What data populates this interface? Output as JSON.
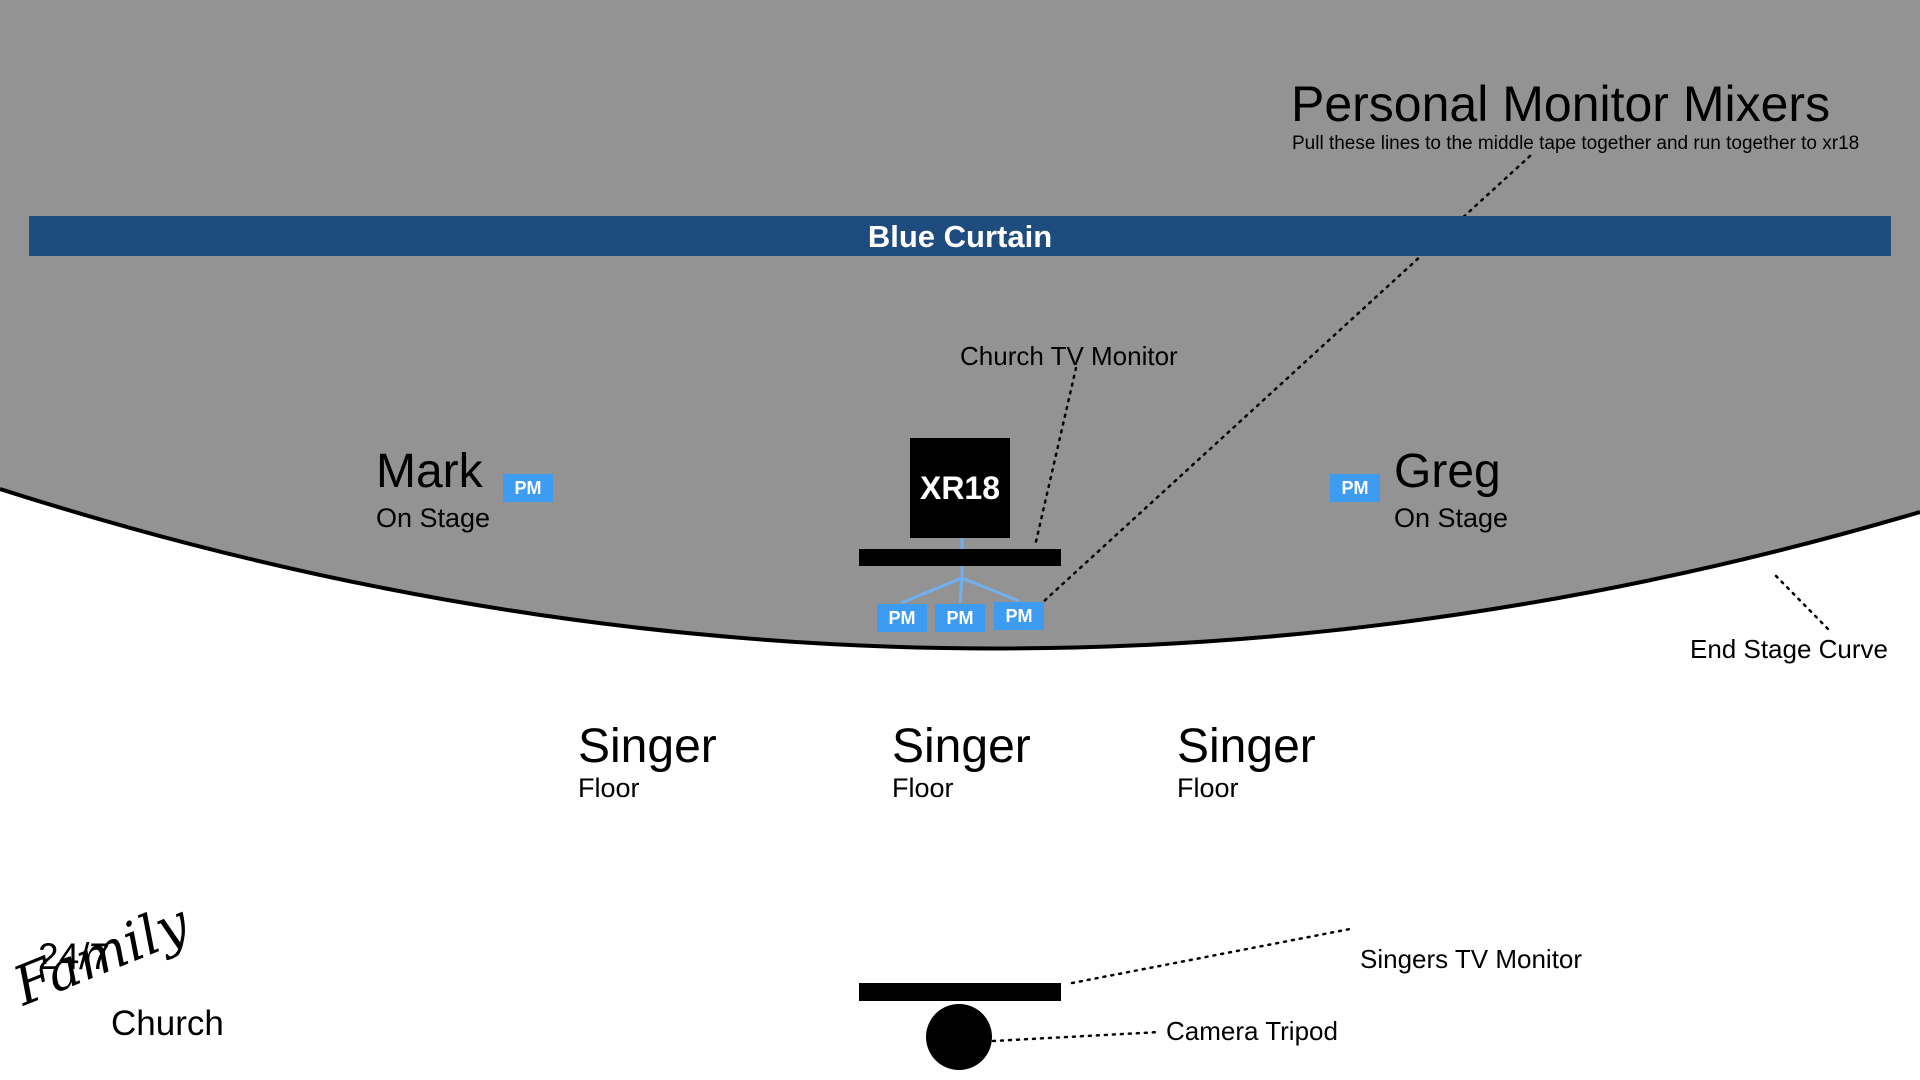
{
  "title": {
    "main": "Personal Monitor Mixers",
    "note": "Pull these lines to the middle tape together and run together to xr18"
  },
  "curtain": {
    "label": "Blue Curtain"
  },
  "labels": {
    "church_tv_monitor": "Church TV Monitor",
    "end_stage_curve": "End Stage Curve",
    "singers_tv_monitor": "Singers TV Monitor",
    "camera_tripod": "Camera Tripod"
  },
  "mixer": {
    "label": "XR18"
  },
  "pm_label": "PM",
  "stage_people": [
    {
      "name": "Mark",
      "location": "On Stage"
    },
    {
      "name": "Greg",
      "location": "On Stage"
    }
  ],
  "floor_people": [
    {
      "name": "Singer",
      "location": "Floor"
    },
    {
      "name": "Singer",
      "location": "Floor"
    },
    {
      "name": "Singer",
      "location": "Floor"
    }
  ],
  "logo": {
    "line1": "24/7",
    "line2": "Family",
    "line3": "Church"
  },
  "colors": {
    "stage_fill": "#939393",
    "curtain": "#1e4c7e",
    "pm_box": "#3d9cf2",
    "cable": "#6fb0f0"
  }
}
